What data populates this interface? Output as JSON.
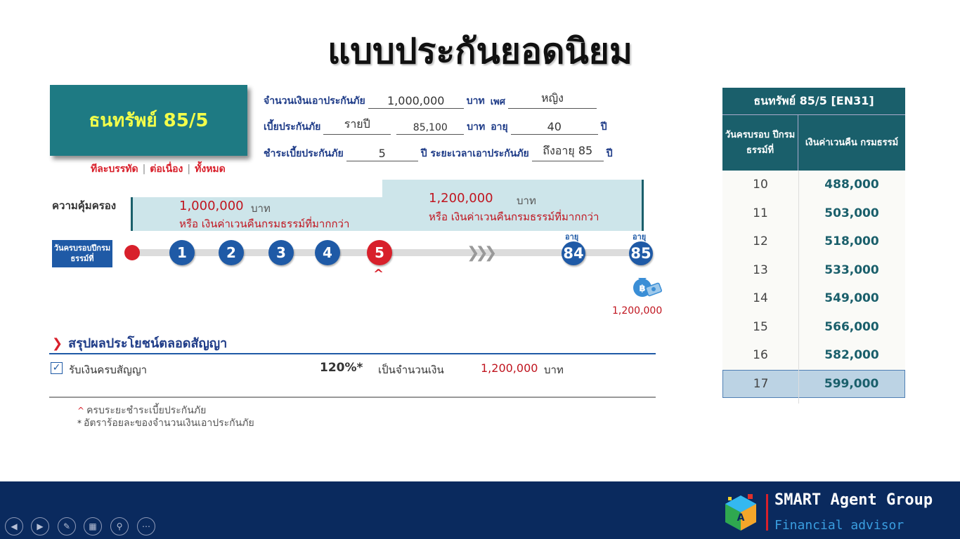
{
  "page": {
    "title": "แบบประกันยอดนิยม"
  },
  "product": {
    "name": "ธนทรัพย์ 85/5",
    "tagline": [
      "ทีละบรรทัด",
      "ต่อเนื่อง",
      "ทั้งหมด"
    ]
  },
  "form": {
    "sum_insured_label": "จำนวนเงินเอาประกันภัย",
    "sum_insured_value": "1,000,000",
    "baht_label": "บาท",
    "gender_label": "เพศ",
    "gender_value": "หญิง",
    "premium_label": "เบี้ยประกันภัย",
    "premium_mode_value": "รายปี",
    "premium_value": "85,100",
    "age_label": "อายุ",
    "age_value": "40",
    "year_label": "ปี",
    "pay_term_label": "ชำระเบี้ยประกันภัย",
    "pay_term_value": "5",
    "coverage_term_label": "ปี ระยะเวลาเอาประกันภัย",
    "coverage_term_value": "ถึงอายุ 85"
  },
  "coverage": {
    "label": "ความคุ้มครอง",
    "phase1_amount": "1,000,000",
    "phase1_note": "หรือ เงินค่าเวนคืนกรมธรรม์ที่มากกว่า",
    "phase2_amount": "1,200,000",
    "phase2_note": "หรือ เงินค่าเวนคืนกรมธรรม์ที่มากกว่า",
    "baht_label": "บาท"
  },
  "timeline": {
    "label": "วันครบรอบปีกรมธรรม์ที่",
    "nodes": [
      "1",
      "2",
      "3",
      "4",
      "5"
    ],
    "age_caption": "อายุ",
    "age_nodes": [
      "84",
      "85"
    ],
    "maturity_payout": "1,200,000"
  },
  "summary": {
    "heading": "สรุปผลประโยชน์ตลอดสัญญา",
    "item_label": "รับเงินครบสัญญา",
    "item_percent": "120%*",
    "item_amount_label": "เป็นจำนวนเงิน",
    "item_amount": "1,200,000",
    "baht_label": "บาท"
  },
  "footnotes": [
    {
      "marker": "^",
      "text": "ครบระยะชำระเบี้ยประกันภัย"
    },
    {
      "marker": "*",
      "text": "อัตราร้อยละของจำนวนเงินเอาประกันภัย"
    }
  ],
  "table": {
    "title": "ธนทรัพย์ 85/5 [EN31]",
    "col1_header": "วันครบรอบ ปีกรมธรรม์ที่",
    "col2_header": "เงินค่าเวนคืน กรมธรรม์",
    "rows": [
      {
        "year": "10",
        "value": "488,000"
      },
      {
        "year": "11",
        "value": "503,000"
      },
      {
        "year": "12",
        "value": "518,000"
      },
      {
        "year": "13",
        "value": "533,000"
      },
      {
        "year": "14",
        "value": "549,000"
      },
      {
        "year": "15",
        "value": "566,000"
      },
      {
        "year": "16",
        "value": "582,000"
      },
      {
        "year": "17",
        "value": "599,000"
      }
    ],
    "highlight_row": "17"
  },
  "footer": {
    "brand_name": "SMART  Agent Group",
    "brand_sub": "Financial  advisor",
    "controls": [
      "previous-icon",
      "next-icon",
      "pen-icon",
      "slides-icon",
      "zoom-icon",
      "more-icon"
    ]
  },
  "colors": {
    "teal": "#1e7a83",
    "dark_teal": "#1a5f6b",
    "blue": "#1f5aa6",
    "red": "#d8202b",
    "footer_navy": "#0a2a5e",
    "band": "#cde5ea"
  }
}
